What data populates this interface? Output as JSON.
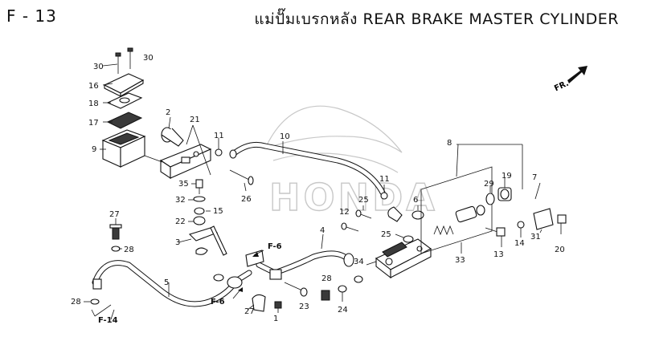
{
  "header": {
    "code": "F - 13",
    "title": "แม่ปั๊มเบรกหลัง  REAR BRAKE MASTER CYLINDER"
  },
  "watermark": "HONDA",
  "direction": "FR.",
  "refs": [
    "F-6",
    "F-6",
    "F-14"
  ],
  "labels": [
    "30",
    "30",
    "16",
    "18",
    "17",
    "9",
    "2",
    "21",
    "11",
    "10",
    "8",
    "35",
    "32",
    "15",
    "22",
    "26",
    "27",
    "28",
    "3",
    "5",
    "28",
    "4",
    "11",
    "25",
    "12",
    "6",
    "25",
    "29",
    "19",
    "7",
    "33",
    "13",
    "14",
    "31",
    "20",
    "34",
    "28",
    "27",
    "1",
    "23",
    "24",
    "28"
  ],
  "colors": {
    "ink": "#111111",
    "watermark": "#c8c8c8"
  }
}
